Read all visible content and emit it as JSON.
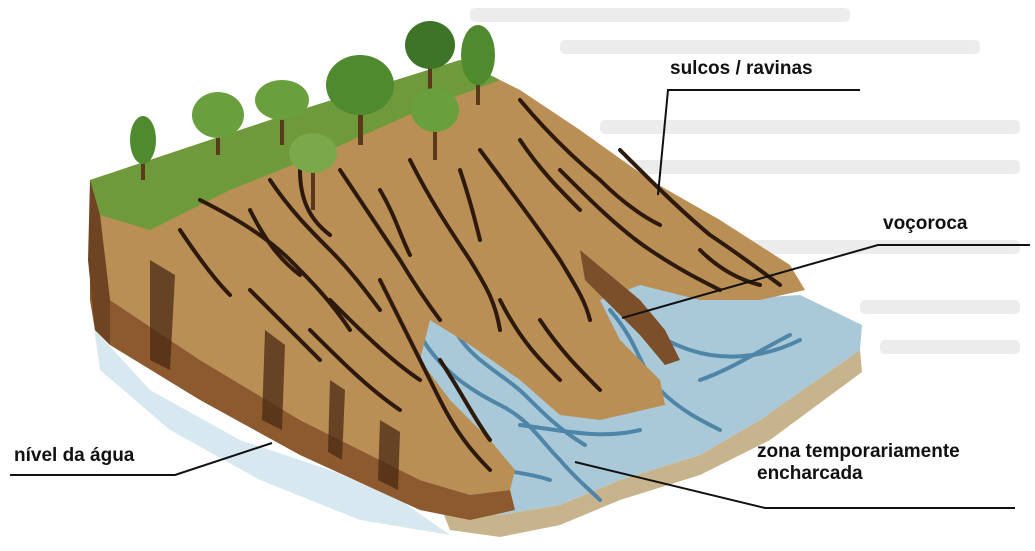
{
  "labels": {
    "sulcos": "sulcos / ravinas",
    "vocoroca": "voçoroca",
    "nivel": "nível da água",
    "zona_line1": "zona temporariamente",
    "zona_line2": "encharcada"
  },
  "colors": {
    "soil_top": "#b98f55",
    "soil_dark": "#7a4f2a",
    "soil_side": "#8c5a2e",
    "grass": "#6e9a3c",
    "water": "#a9c8d8",
    "stream": "#4f86a8",
    "gully_line": "#2e1a0c",
    "tree": "#4f8a2f"
  }
}
